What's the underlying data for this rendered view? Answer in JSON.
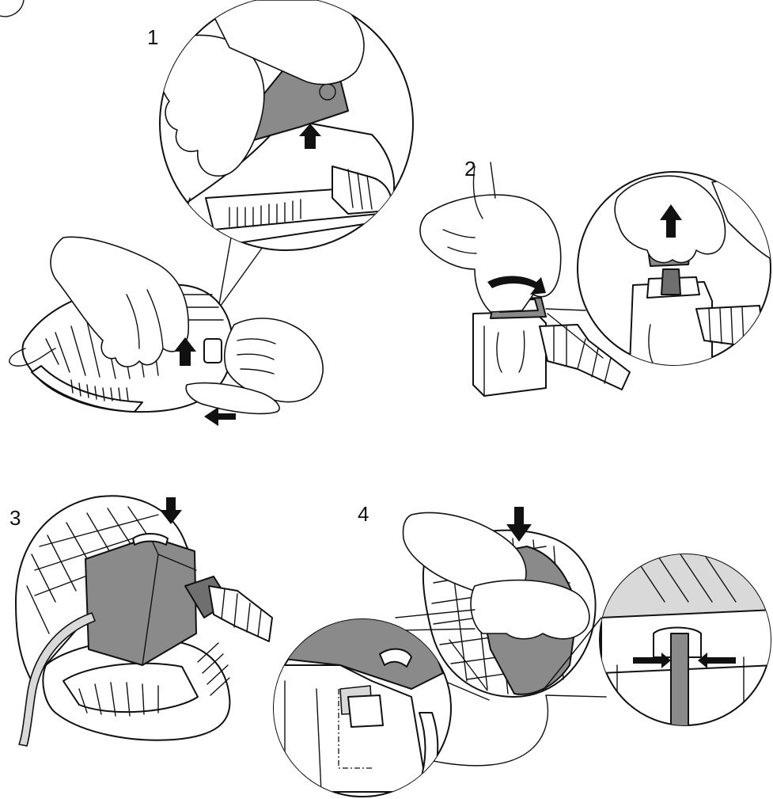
{
  "steps": [
    {
      "number": "1"
    },
    {
      "number": "2"
    },
    {
      "number": "3"
    },
    {
      "number": "4"
    }
  ],
  "colors": {
    "outline": "#111111",
    "housing_grey": "#8a8a8a",
    "background": "#ffffff"
  },
  "icons": [
    "arrow-up-icon",
    "arrow-down-icon",
    "arrow-left-icon",
    "rotate-arrow-icon",
    "inward-arrows-icon"
  ]
}
